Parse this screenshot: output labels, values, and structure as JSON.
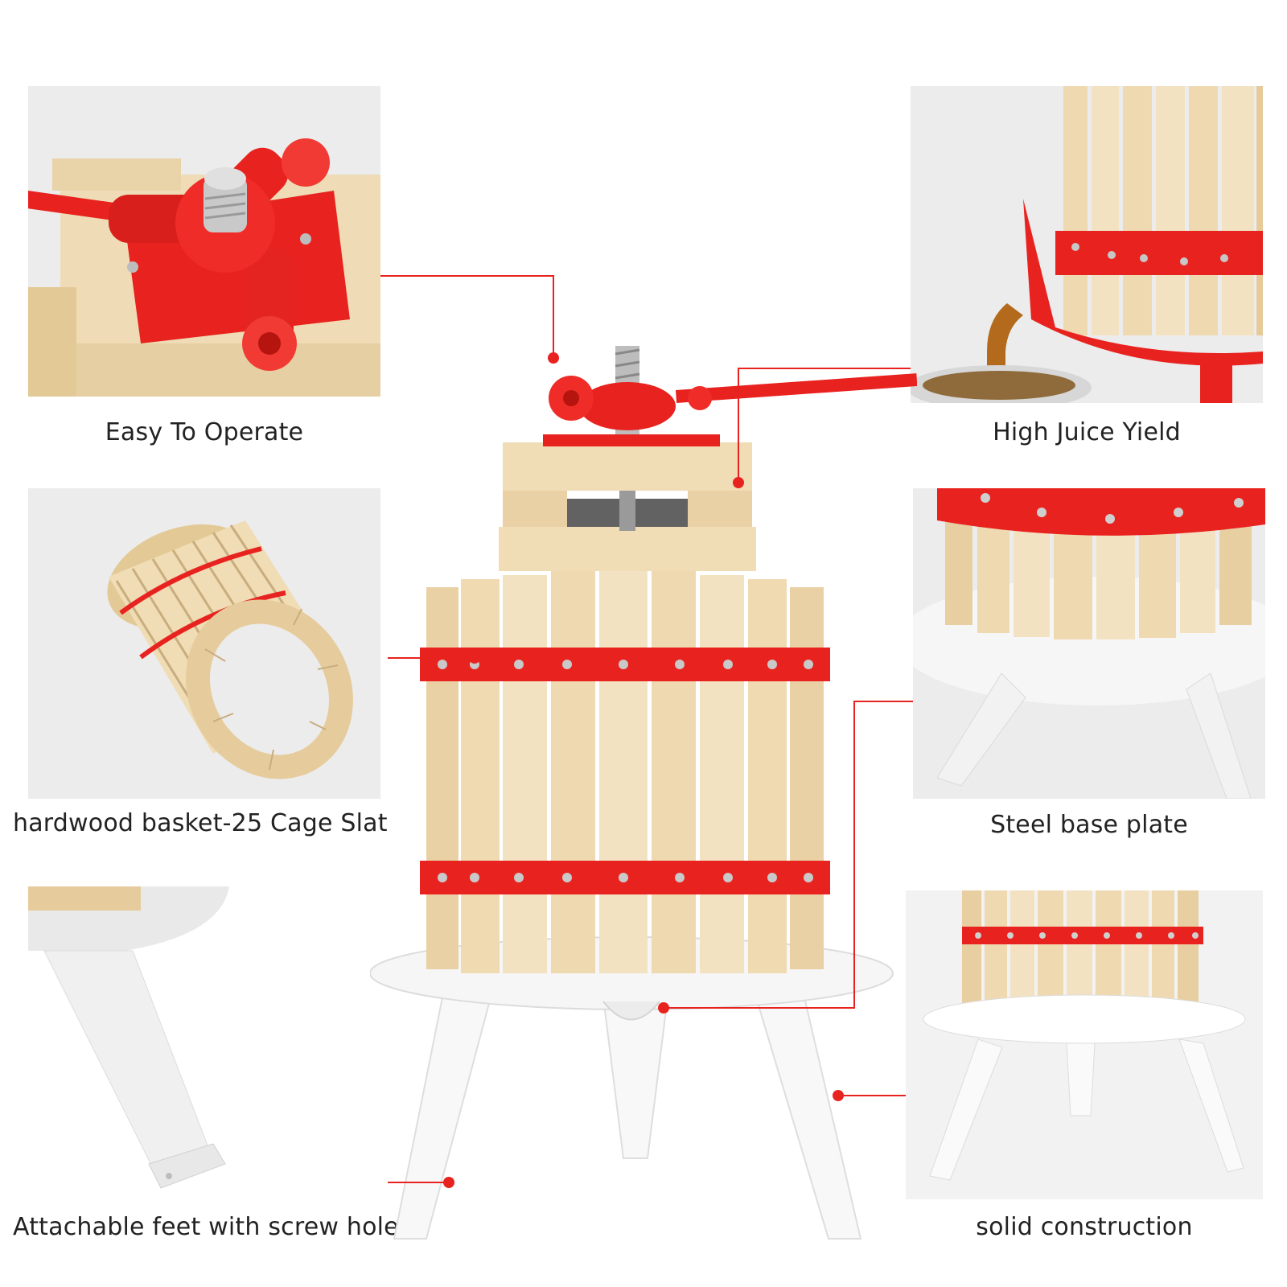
{
  "captions": {
    "easy": "Easy To Operate",
    "juice": "High Juice Yield",
    "basket": "hardwood basket-25 Cage Slat",
    "steel": "Steel base plate",
    "feet": "Attachable feet with screw hole",
    "solid": "solid construction"
  },
  "colors": {
    "accent_red": "#e8231f",
    "wood": "#eed9b3",
    "wood_dark": "#d9bf92",
    "steel_white": "#f4f4f4",
    "panel_bg": "#ececec"
  },
  "icons": [
    "handle-icon",
    "screw-icon",
    "rivet-icon"
  ]
}
